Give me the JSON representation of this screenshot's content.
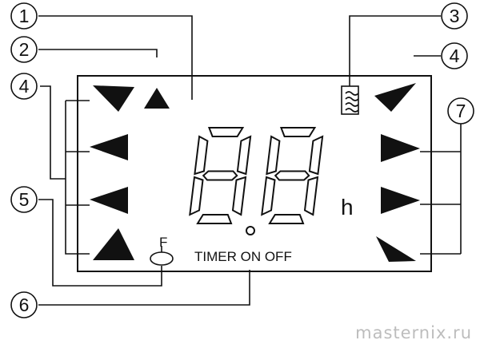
{
  "callouts": [
    "1",
    "2",
    "3",
    "4",
    "4",
    "5",
    "6",
    "7"
  ],
  "display": {
    "digits": "88",
    "unit": "h",
    "timer_label": "TIMER ON OFF",
    "fan_label": "F"
  },
  "watermark": "masternix.ru",
  "colors": {
    "ink": "#111111",
    "watermark": "#bdbdbd"
  },
  "icons": [
    "auto-swing-arrow-icon",
    "mode-arrow-icon",
    "heating-wave-icon",
    "fan-speed-arrow-icon",
    "fan-symbol-icon"
  ]
}
